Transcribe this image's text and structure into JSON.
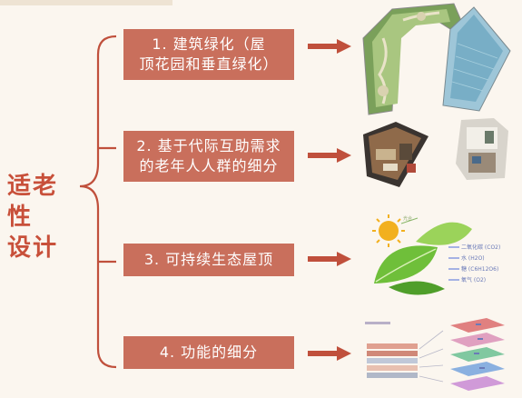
{
  "root": {
    "line1": "适老性",
    "line2": "设计"
  },
  "branches": [
    {
      "line1": "1. 建筑绿化（屋",
      "line2": "顶花园和垂直绿化）"
    },
    {
      "line1": "2. 基于代际互助需求",
      "line2": "的老年人人群的细分"
    },
    {
      "line1": "3. 可持续生态屋顶",
      "line2": ""
    },
    {
      "line1": "4. 功能的细分",
      "line2": ""
    }
  ],
  "images": [
    {
      "icon": "roof-garden-plan-image"
    },
    {
      "icon": "interior-room-renderings-image"
    },
    {
      "icon": "eco-roof-leaf-diagram-image",
      "labels": [
        "二氧化碳 (CO2)",
        "水 (H2O)",
        "糖 (C6H12O6)",
        "氧气 (O2)"
      ]
    },
    {
      "icon": "function-layer-diagram-image"
    }
  ],
  "colors": {
    "accent": "#c8503a",
    "box": "#c96f5c",
    "arrow": "#c0503c",
    "background": "#fbf6ef"
  }
}
